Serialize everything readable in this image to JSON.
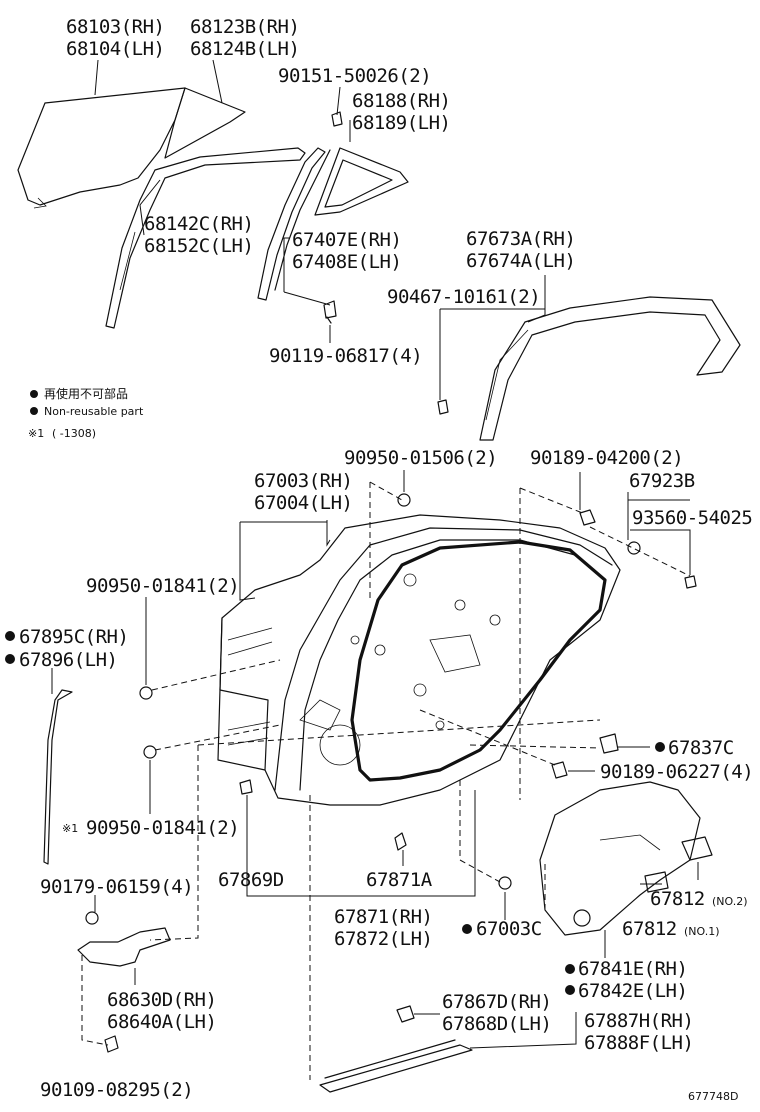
{
  "legend": {
    "jp": "再使用不可部品",
    "en": "Non-reusable part",
    "ref_mark": "※1",
    "ref_range": "(      -1308)"
  },
  "labels": {
    "p68103": "68103(RH)",
    "p68104": "68104(LH)",
    "p68123b": "68123B(RH)",
    "p68124b": "68124B(LH)",
    "p90151": "90151-50026(2)",
    "p68188": "68188(RH)",
    "p68189": "68189(LH)",
    "p68142c": "68142C(RH)",
    "p68152c": "68152C(LH)",
    "p67407e": "67407E(RH)",
    "p67408e": "67408E(LH)",
    "p67673a": "67673A(RH)",
    "p67674a": "67674A(LH)",
    "p90467": "90467-10161(2)",
    "p90119": "90119-06817(4)",
    "p90950_01506": "90950-01506(2)",
    "p67003": "67003(RH)",
    "p67004": "67004(LH)",
    "p90189_04200": "90189-04200(2)",
    "p67923b": "67923B",
    "p93560": "93560-54025",
    "p90950_01841a": "90950-01841(2)",
    "p67895c": "67895C(RH)",
    "p67896": "67896(LH)",
    "p67837c": "67837C",
    "p90189_06227": "90189-06227(4)",
    "p90950_01841b": "90950-01841(2)",
    "p67869d": "67869D",
    "p67871a": "67871A",
    "p67812_2": "67812",
    "p67812_2_note": "(NO.2)",
    "p67812_1": "67812",
    "p67812_1_note": "(NO.1)",
    "p90179": "90179-06159(4)",
    "p67871": "67871(RH)",
    "p67872": "67872(LH)",
    "p67003c": "67003C",
    "p67841e": "67841E(RH)",
    "p67842e": "67842E(LH)",
    "p68630d": "68630D(RH)",
    "p68640a": "68640A(LH)",
    "p67867d": "67867D(RH)",
    "p67868d": "67868D(LH)",
    "p67887h": "67887H(RH)",
    "p67888f": "67888F(LH)",
    "p90109": "90109-08295(2)",
    "diagram_code": "677748D"
  }
}
